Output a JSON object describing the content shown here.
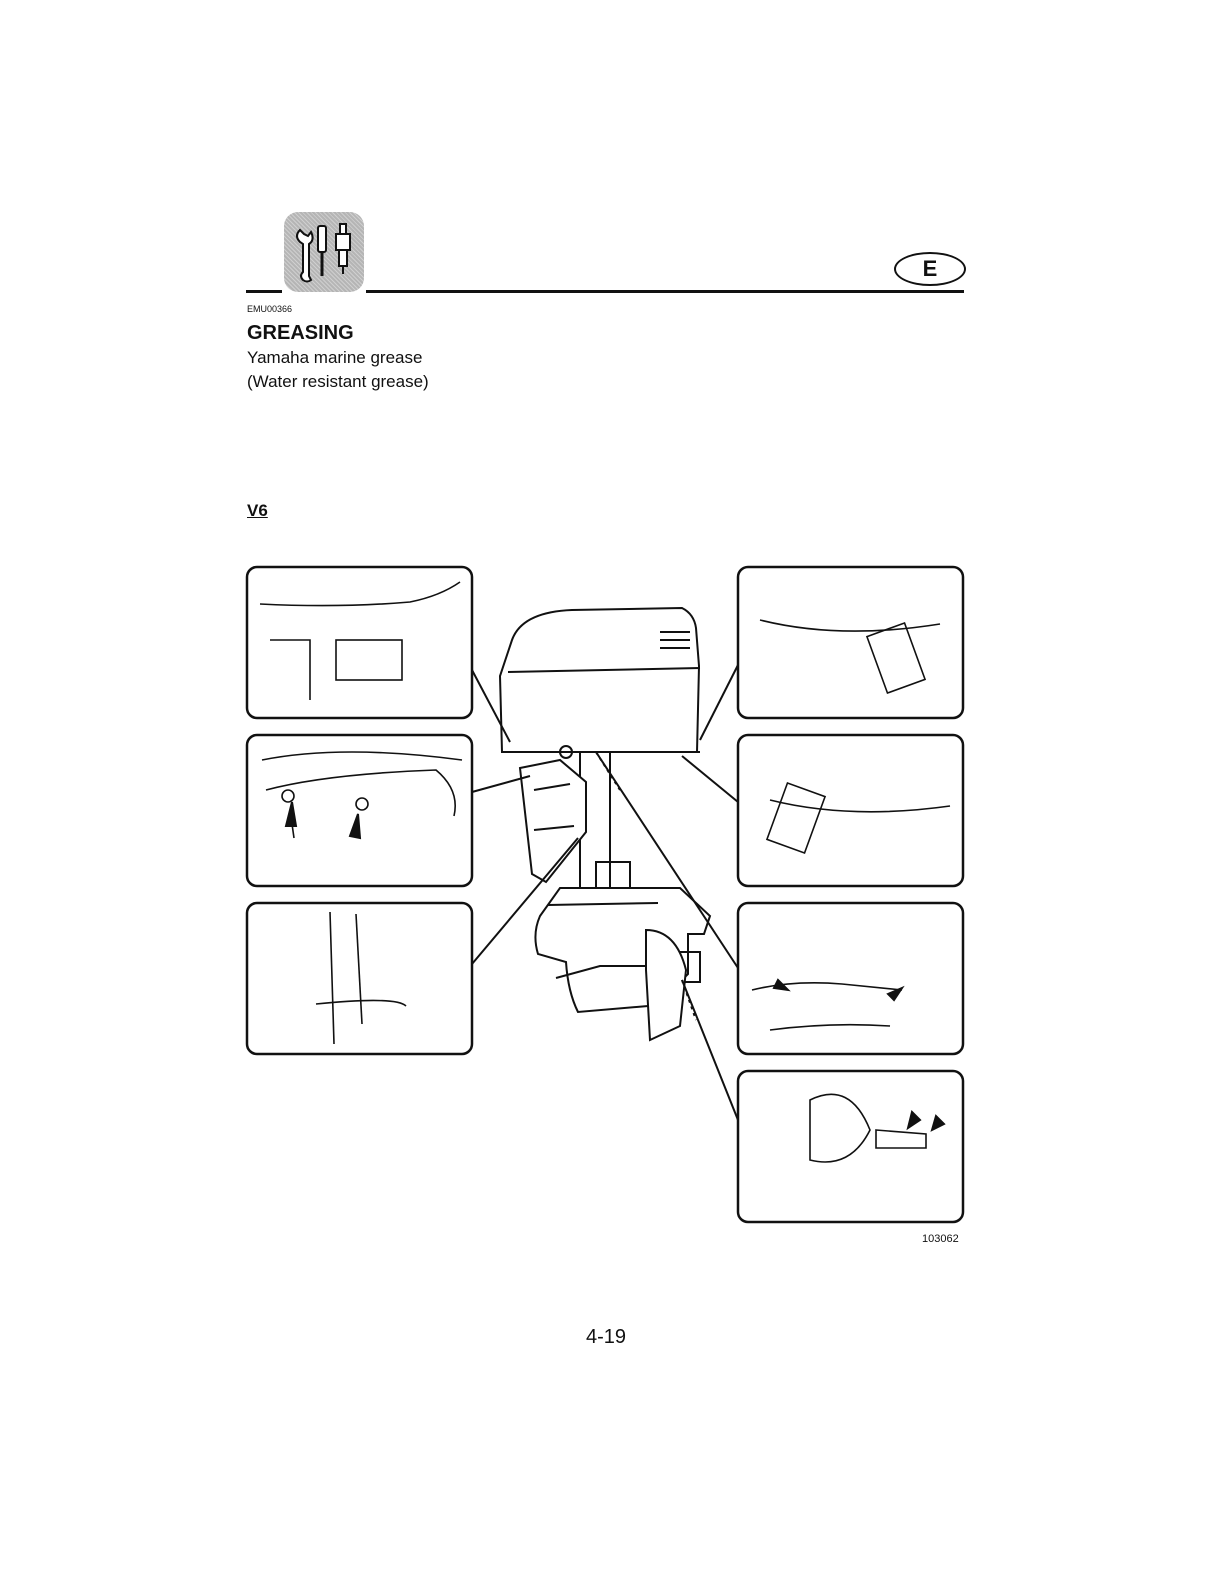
{
  "header": {
    "icon": "maintenance-tools-icon",
    "language_badge": "E"
  },
  "section": {
    "code": "EMU00366",
    "title": "GREASING",
    "lines": [
      "Yamaha marine grease",
      "(Water resistant grease)"
    ]
  },
  "figure": {
    "model_label": "V6",
    "figure_number": "103062"
  },
  "footer": {
    "page_number": "4-19"
  }
}
